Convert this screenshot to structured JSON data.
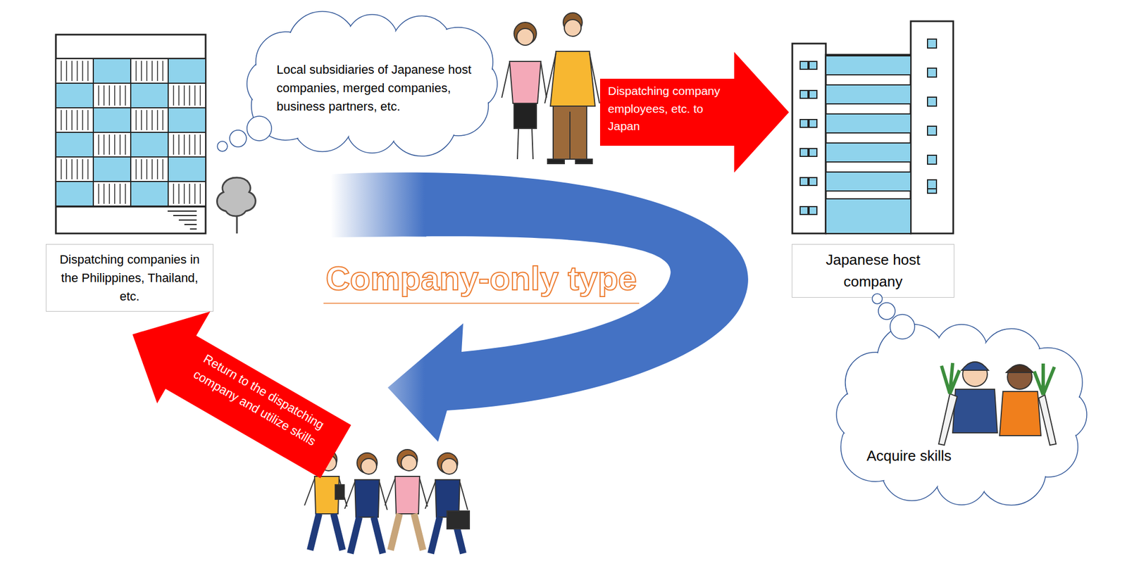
{
  "diagram": {
    "title": "Company-only type",
    "nodes": [
      {
        "text": [
          "Dispatching companies in the Philippines, Thailand, etc."
        ]
      },
      {
        "text": [
          "Local subsidiaries of Japanese host companies, merged companies, business partners, etc."
        ]
      },
      {
        "text": [
          "Dispatching company employees, etc. to Japan"
        ]
      },
      {
        "text": [
          "Japanese host company"
        ]
      },
      {
        "text": [
          "Acquire skills"
        ]
      },
      {
        "text": [
          "Return to the dispatching company and utilize skills"
        ]
      }
    ]
  }
}
